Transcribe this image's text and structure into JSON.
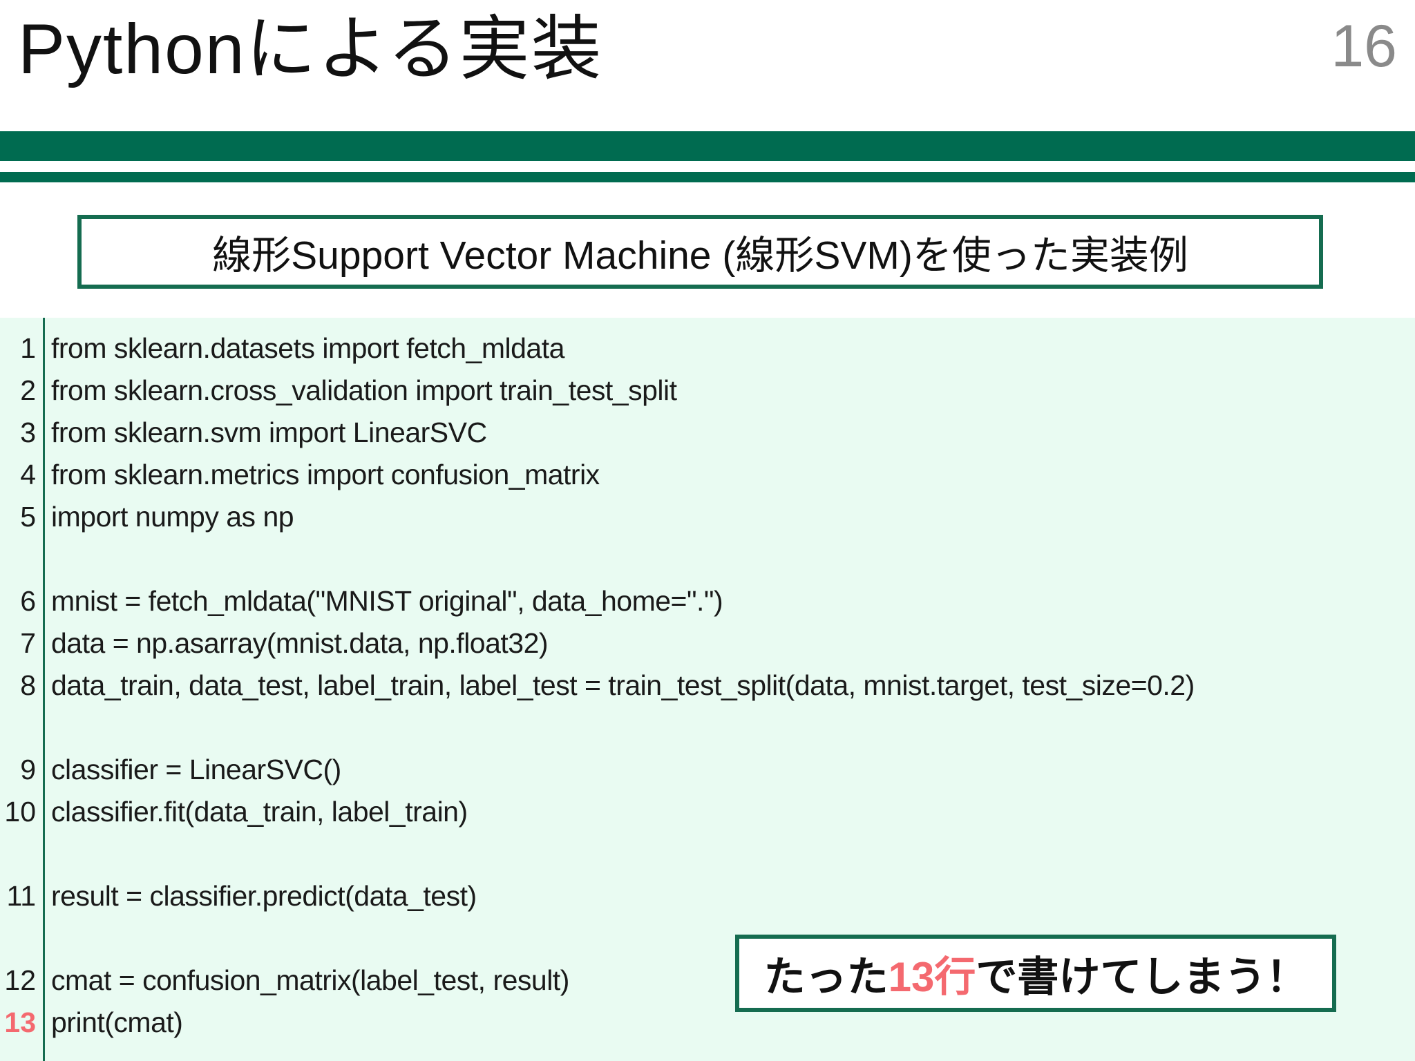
{
  "header": {
    "title": "Pythonによる実装",
    "page_number": "16"
  },
  "subtitle_box": {
    "text": "線形Support Vector Machine (線形SVM)を使った実装例"
  },
  "code": {
    "lines": [
      {
        "num": "1",
        "text": "from sklearn.datasets import fetch_mldata"
      },
      {
        "num": "2",
        "text": "from sklearn.cross_validation import train_test_split"
      },
      {
        "num": "3",
        "text": "from sklearn.svm import LinearSVC"
      },
      {
        "num": "4",
        "text": "from sklearn.metrics import confusion_matrix"
      },
      {
        "num": "5",
        "text": "import numpy as np"
      },
      {
        "num": "",
        "text": ""
      },
      {
        "num": "6",
        "text": "mnist = fetch_mldata(\"MNIST original\", data_home=\".\")"
      },
      {
        "num": "7",
        "text": "data = np.asarray(mnist.data, np.float32)"
      },
      {
        "num": "8",
        "text": "data_train, data_test, label_train, label_test = train_test_split(data, mnist.target, test_size=0.2)"
      },
      {
        "num": "",
        "text": ""
      },
      {
        "num": "9",
        "text": "classifier = LinearSVC()"
      },
      {
        "num": "10",
        "text": "classifier.fit(data_train, label_train)"
      },
      {
        "num": "",
        "text": ""
      },
      {
        "num": "11",
        "text": "result = classifier.predict(data_test)"
      },
      {
        "num": "",
        "text": ""
      },
      {
        "num": "12",
        "text": "cmat = confusion_matrix(label_test, result)"
      },
      {
        "num": "13",
        "text": "print(cmat)"
      }
    ]
  },
  "callout": {
    "prefix": "たった",
    "highlight": "13行",
    "suffix": "で書けてしまう！"
  },
  "colors": {
    "accent_green": "#006b50",
    "border_green": "#156c50",
    "code_background": "#e9fbf2",
    "highlight_red": "#f4696f",
    "page_number_gray": "#8a8a8a"
  }
}
